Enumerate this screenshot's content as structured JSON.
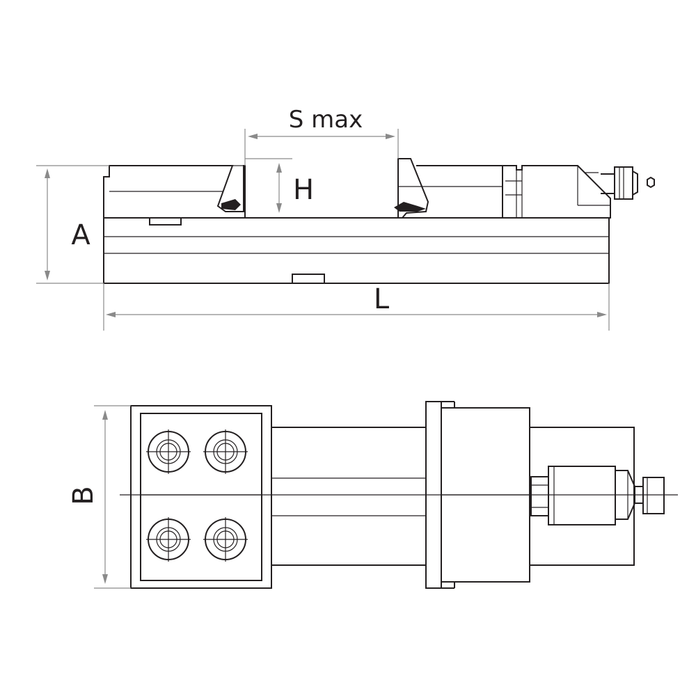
{
  "dimensions": {
    "smax": "S max",
    "h": "H",
    "a": "A",
    "l": "L",
    "b": "B"
  },
  "colors": {
    "line": "#231f20",
    "dimension": "#8a8a8a",
    "background": "#ffffff"
  }
}
